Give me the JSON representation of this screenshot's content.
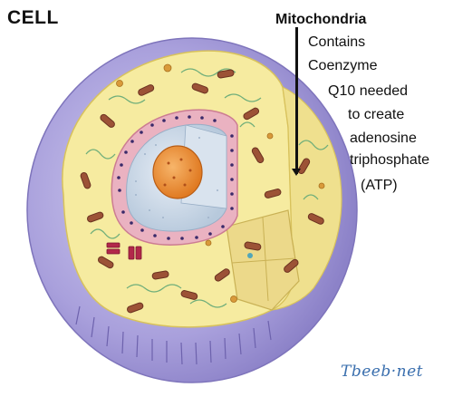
{
  "title": "CELL",
  "callout": {
    "title": "Mitochondria",
    "lines": [
      "Contains",
      "Coenzyme",
      "Q10  needed",
      "to create",
      "adenosine",
      "triphosphate",
      "(ATP)"
    ]
  },
  "watermark": "Tbeeb·net",
  "colors": {
    "membrane_outer": "#9f96d6",
    "membrane_light": "#c2bde9",
    "cytoplasm": "#f6eba0",
    "cytoplasm_edge": "#e0cf6e",
    "nuclear_envelope": "#e7a7b8",
    "nucleoplasm": "#cfdbe8",
    "nucleolus": "#f0973e",
    "mitochondria": "#9c5236",
    "label_text": "#111111",
    "watermark_text": "#3a6fae"
  }
}
